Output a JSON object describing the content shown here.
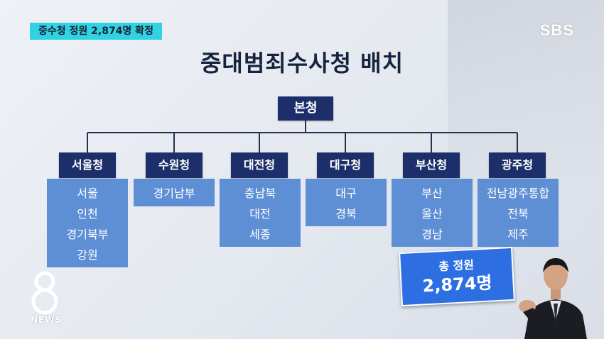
{
  "caption": "중수청 정원 2,874명 확정",
  "broadcaster": "SBS",
  "title": "중대범죄수사청 배치",
  "headquarters": "본청",
  "offices": [
    {
      "name": "서울청",
      "regions": [
        "서울",
        "인천",
        "경기북부",
        "강원"
      ]
    },
    {
      "name": "수원청",
      "regions": [
        "경기남부"
      ]
    },
    {
      "name": "대전청",
      "regions": [
        "충남북",
        "대전",
        "세종"
      ]
    },
    {
      "name": "대구청",
      "regions": [
        "대구",
        "경북"
      ]
    },
    {
      "name": "부산청",
      "regions": [
        "부산",
        "울산",
        "경남"
      ]
    },
    {
      "name": "광주청",
      "regions": [
        "전남광주통합",
        "전북",
        "제주"
      ]
    }
  ],
  "total": {
    "label": "총 정원",
    "value": "2,874명"
  },
  "logo_text": "NEWS",
  "colors": {
    "caption_bg": "#2fd3e3",
    "label_bg": "#1d2f6a",
    "region_bg": "#5e8fd5",
    "total_bg": "#2d6fe3"
  }
}
